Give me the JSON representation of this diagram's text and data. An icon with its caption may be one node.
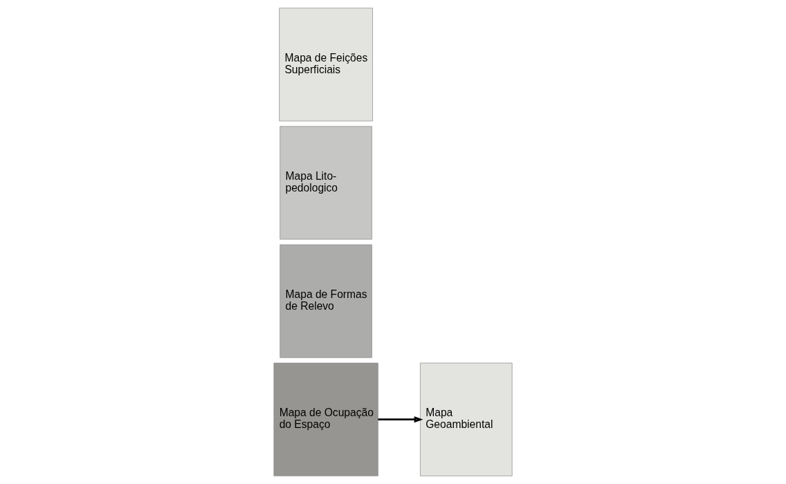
{
  "diagram": {
    "nodes": [
      {
        "text": [
          "Mapa de Feições Superficiais"
        ]
      },
      {
        "text": [
          "Mapa Lito-pedologico"
        ]
      },
      {
        "text": [
          "Mapa de Formas de Relevo"
        ]
      },
      {
        "text": [
          "Mapa de Ocupação do Espaço"
        ]
      },
      {
        "text": [
          "Mapa Geoambiental"
        ]
      }
    ],
    "edges": [
      {
        "from": 3,
        "to": 4,
        "arrow": "to"
      }
    ]
  }
}
